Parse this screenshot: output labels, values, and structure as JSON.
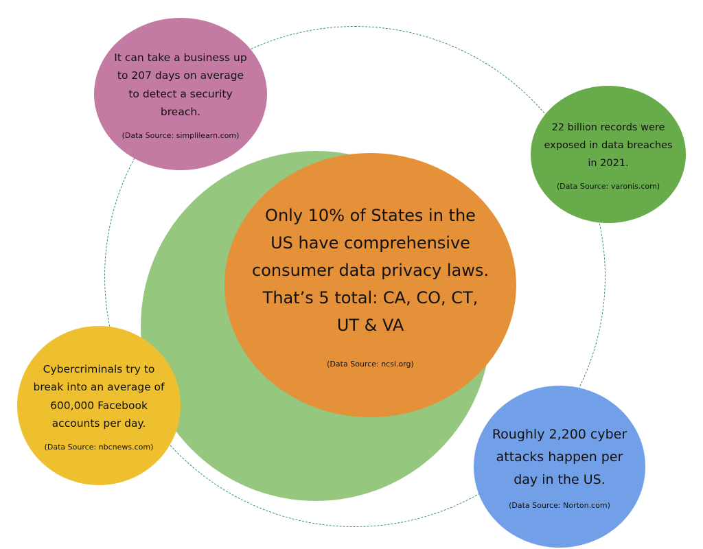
{
  "center": {
    "text": "Only 10% of States in the US have comprehensive consumer data privacy laws. That’s 5 total: CA, CO, CT, UT & VA",
    "source": "(Data Source: ncsl.org)",
    "color": "#e5913a"
  },
  "top_left": {
    "text": "It can take a business up to 207 days on average to detect a security breach.",
    "source": "(Data Source: simplilearn.com)",
    "color": "#c37ba3"
  },
  "top_right": {
    "text": "22 billion records were exposed in data breaches in 2021.",
    "source": "(Data Source: varonis.com)",
    "color": "#68ab4b"
  },
  "bottom_left": {
    "text": "Cybercriminals try to break into an average of 600,000 Facebook accounts per day.",
    "source": "(Data Source: nbcnews.com)",
    "color": "#eec030"
  },
  "bottom_right": {
    "text": "Roughly 2,200 cyber attacks happen per day in the US.",
    "source": "(Data Source: Norton.com)",
    "color": "#72a0e8"
  },
  "background_disk_color": "#95c77e",
  "ring_color": "#2e8b6f"
}
